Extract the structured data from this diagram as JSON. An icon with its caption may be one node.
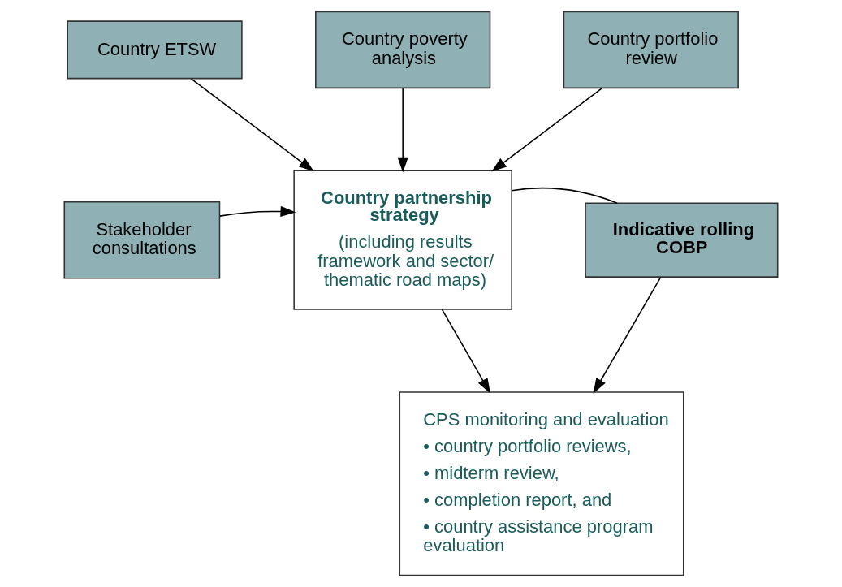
{
  "diagram": {
    "nodes": [
      {
        "text": [
          "Country ETSW"
        ]
      },
      {
        "text": [
          "Country poverty analysis"
        ]
      },
      {
        "text": [
          "Country portfolio review"
        ]
      },
      {
        "text": [
          "Stakeholder consultations"
        ]
      },
      {
        "text": [
          "Country partnership strategy",
          "(including results framework and sector/ thematic road maps)"
        ]
      },
      {
        "text": [
          "Indicative rolling COBP"
        ]
      },
      {
        "text": [
          "CPS monitoring and evaluation",
          "• country portfolio reviews,",
          "• midterm review,",
          "• completion report, and",
          "• country assistance program evaluation"
        ]
      }
    ],
    "edges": [
      {
        "from": 0,
        "to": 4,
        "arrow": "to"
      },
      {
        "from": 1,
        "to": 4,
        "arrow": "to"
      },
      {
        "from": 2,
        "to": 4,
        "arrow": "to"
      },
      {
        "from": 3,
        "to": 4,
        "arrow": "to"
      },
      {
        "from": 4,
        "to": 5,
        "arrow": "none"
      },
      {
        "from": 4,
        "to": 6,
        "arrow": "to"
      },
      {
        "from": 5,
        "to": 6,
        "arrow": "to"
      }
    ]
  }
}
